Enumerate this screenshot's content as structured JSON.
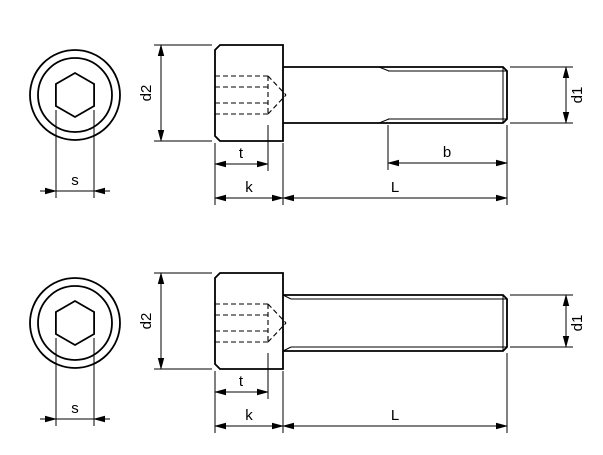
{
  "drawing": {
    "background": "#ffffff",
    "line_color": "#000000",
    "views": {
      "top": {
        "labels": {
          "s": "s",
          "d2": "d2",
          "t": "t",
          "k": "k",
          "b": "b",
          "L": "L",
          "d1": "d1"
        }
      },
      "bottom": {
        "labels": {
          "s": "s",
          "d2": "d2",
          "t": "t",
          "k": "k",
          "L": "L",
          "d1": "d1"
        }
      }
    }
  }
}
